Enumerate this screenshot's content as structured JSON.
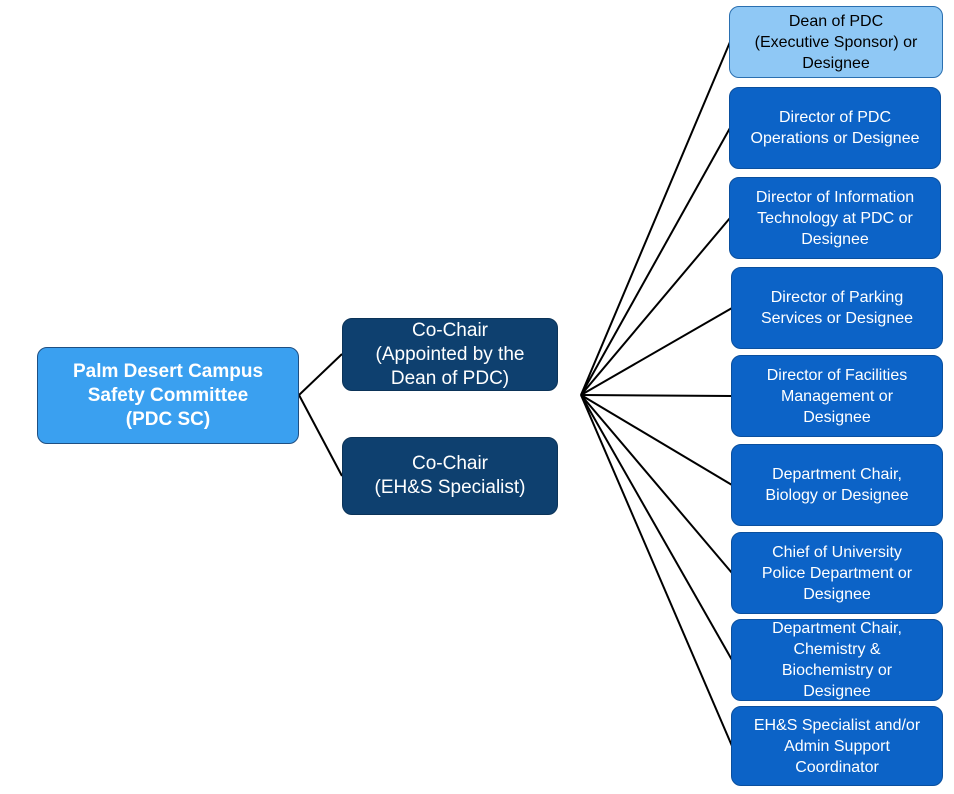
{
  "root": {
    "label": "Palm Desert Campus\nSafety Committee\n(PDC SC)"
  },
  "co_chairs": [
    {
      "label": "Co-Chair\n(Appointed by the\nDean of PDC)"
    },
    {
      "label": "Co-Chair\n(EH&S Specialist)"
    }
  ],
  "members": [
    {
      "label": "Dean of PDC\n(Executive Sponsor) or\nDesignee"
    },
    {
      "label": "Director of PDC\nOperations or Designee"
    },
    {
      "label": "Director of Information\nTechnology at PDC or\nDesignee"
    },
    {
      "label": "Director of Parking\nServices or Designee"
    },
    {
      "label": "Director of Facilities\nManagement or\nDesignee"
    },
    {
      "label": "Department Chair,\nBiology or Designee"
    },
    {
      "label": "Chief of University\nPolice Department or\nDesignee"
    },
    {
      "label": "Department Chair,\nChemistry &\nBiochemistry or\nDesignee"
    },
    {
      "label": "EH&S Specialist and/or\nAdmin Support\nCoordinator"
    }
  ],
  "colors": {
    "root": "#3aa0f0",
    "co_chair": "#0e406f",
    "member": "#0c63c7",
    "lead_member": "#8fc8f5",
    "connector": "#000000"
  }
}
